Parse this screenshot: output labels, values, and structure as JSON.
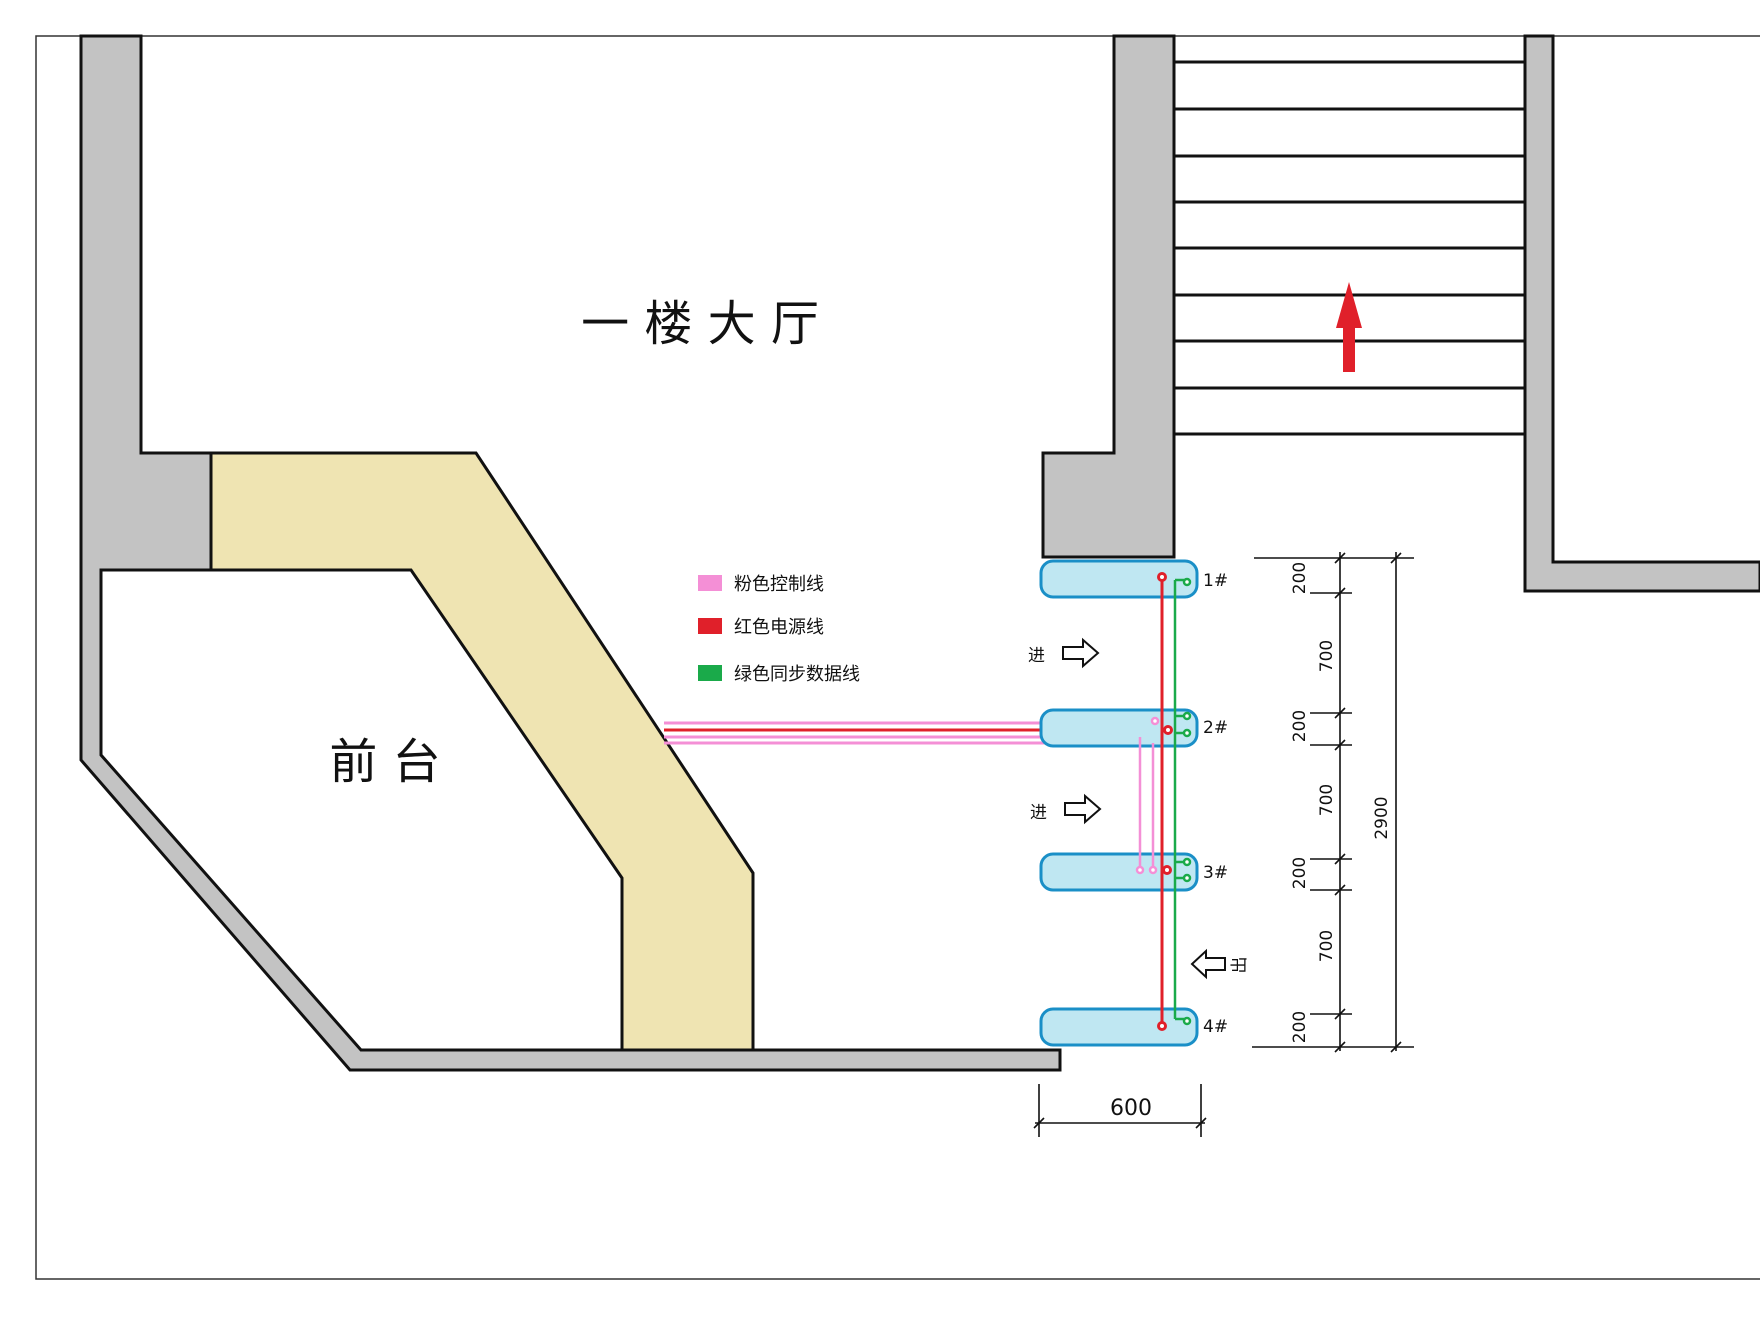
{
  "rooms": {
    "lobby": "一 楼 大 厅",
    "reception": "前 台"
  },
  "legend": [
    {
      "label": "粉色控制线",
      "color": "#f48fd6"
    },
    {
      "label": "红色电源线",
      "color": "#e0202a"
    },
    {
      "label": "绿色同步数据线",
      "color": "#1aaa4a"
    }
  ],
  "gates": [
    {
      "label": "1#"
    },
    {
      "label": "2#"
    },
    {
      "label": "3#"
    },
    {
      "label": "4#"
    }
  ],
  "directions": {
    "in_top": "进",
    "in_middle": "进",
    "out": "出"
  },
  "dimensions": {
    "width": "600",
    "total": "2900",
    "segments": [
      "200",
      "700",
      "200",
      "700",
      "200",
      "700",
      "200"
    ]
  },
  "colors": {
    "wall": "#c3c3c3",
    "counter": "#efe4b2",
    "gate_fill": "#bfe7f2",
    "gate_stroke": "#1a8fc7",
    "arrow_up": "#e0202a"
  }
}
